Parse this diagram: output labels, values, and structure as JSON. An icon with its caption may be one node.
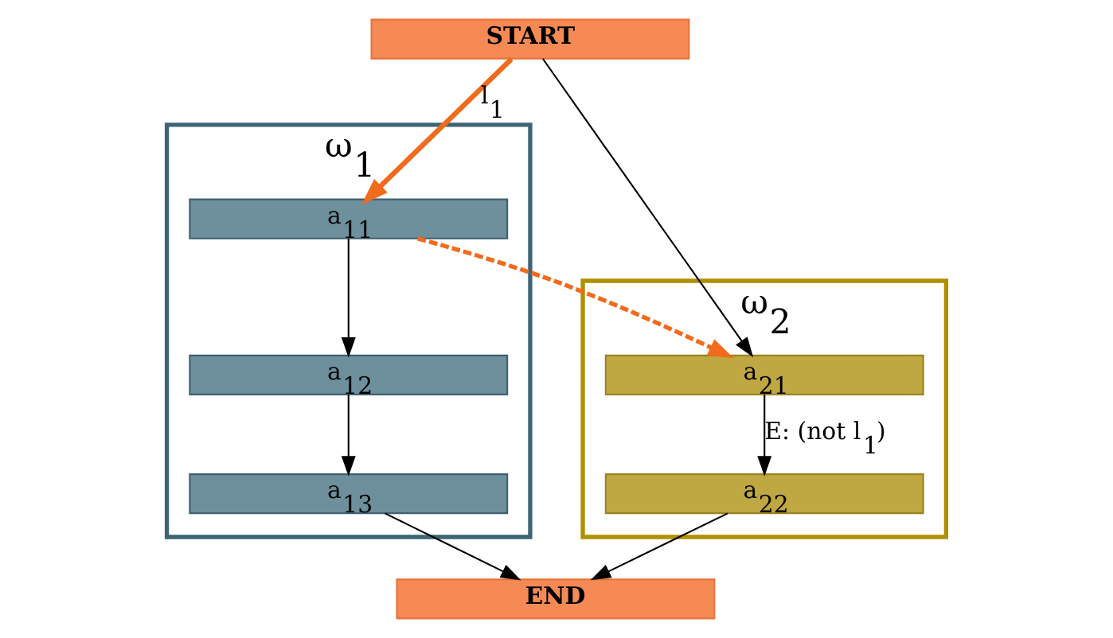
{
  "diagram": {
    "nodes": [
      {
        "text": [
          "START"
        ]
      },
      {
        "text": [
          "ω$_{1}$"
        ]
      },
      {
        "text": [
          "a$_{11}$"
        ],
        "in": 1
      },
      {
        "text": [
          "a$_{12}$"
        ],
        "in": 1
      },
      {
        "text": [
          "a$_{13}$"
        ],
        "in": 1
      },
      {
        "text": [
          "ω$_{2}$"
        ]
      },
      {
        "text": [
          "a$_{21}$"
        ],
        "in": 5
      },
      {
        "text": [
          "a$_{22}$"
        ],
        "in": 5
      },
      {
        "text": [
          "END"
        ]
      }
    ],
    "edges": [
      {
        "from": 0,
        "to": 2,
        "arrow": "to",
        "label": "l$_{1}$",
        "style": "thick",
        "color": "#f26a1b"
      },
      {
        "from": 0,
        "to": 6,
        "arrow": "to"
      },
      {
        "from": 2,
        "to": 6,
        "arrow": "to",
        "style": "dashed",
        "color": "#f26a1b"
      },
      {
        "from": 2,
        "to": 3,
        "arrow": "to"
      },
      {
        "from": 3,
        "to": 4,
        "arrow": "to"
      },
      {
        "from": 6,
        "to": 7,
        "arrow": "to",
        "label": "E: (not l$_{1}$)"
      },
      {
        "from": 4,
        "to": 8,
        "arrow": "to"
      },
      {
        "from": 7,
        "to": 8,
        "arrow": "to"
      }
    ]
  }
}
